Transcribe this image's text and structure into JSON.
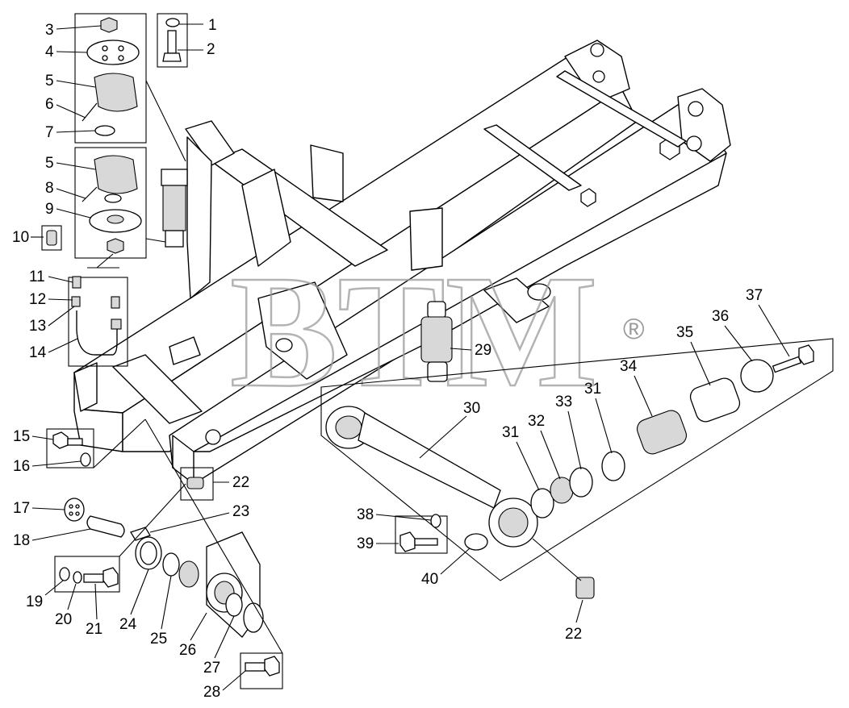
{
  "diagram": {
    "watermark": "BTM",
    "watermark_mark": "®",
    "callouts": [
      "1",
      "2",
      "3",
      "4",
      "5",
      "6",
      "7",
      "5",
      "8",
      "9",
      "10",
      "11",
      "12",
      "13",
      "14",
      "15",
      "16",
      "17",
      "18",
      "19",
      "20",
      "21",
      "22",
      "23",
      "24",
      "25",
      "26",
      "27",
      "28",
      "29",
      "30",
      "31",
      "32",
      "33",
      "31",
      "34",
      "35",
      "36",
      "37",
      "38",
      "39",
      "40",
      "22"
    ]
  }
}
